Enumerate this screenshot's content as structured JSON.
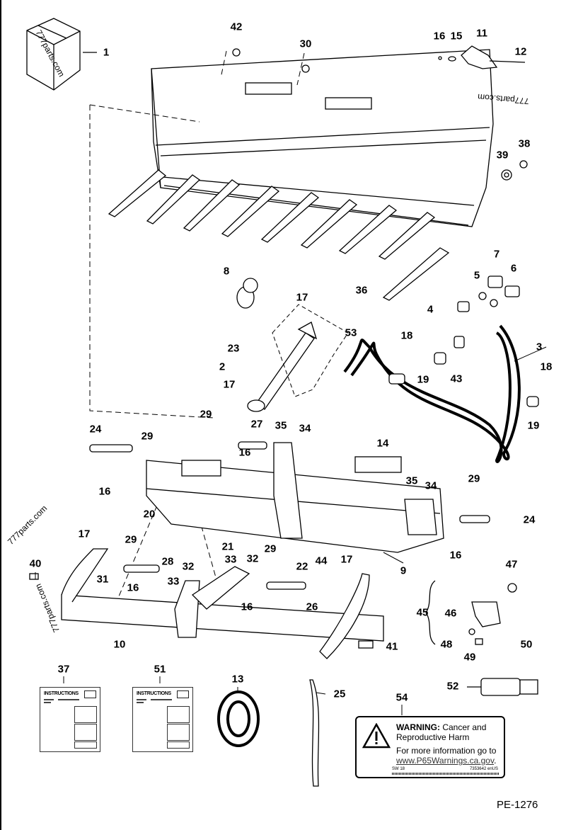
{
  "drawing_number": "PE-1276",
  "callouts": [
    "1",
    "42",
    "30",
    "16",
    "15",
    "11",
    "12",
    "38",
    "39",
    "36",
    "8",
    "17",
    "53",
    "23",
    "2",
    "17",
    "18",
    "19",
    "43",
    "7",
    "5",
    "6",
    "4",
    "3",
    "18",
    "19",
    "29",
    "27",
    "35",
    "34",
    "24",
    "29",
    "16",
    "16",
    "14",
    "35",
    "34",
    "29",
    "24",
    "16",
    "20",
    "21",
    "9",
    "17",
    "29",
    "28",
    "31",
    "16",
    "32",
    "33",
    "33",
    "32",
    "29",
    "22",
    "44",
    "17",
    "16",
    "26",
    "40",
    "10",
    "41",
    "47",
    "45",
    "46",
    "50",
    "48",
    "49",
    "37",
    "51",
    "13",
    "25",
    "54",
    "52"
  ],
  "instructions_sheets": [
    {
      "title": "INSTRUCTIONS"
    },
    {
      "title": "INSTRUCTIONS"
    }
  ],
  "warning_label": {
    "heading": "WARNING:",
    "heading_rest": " Cancer and",
    "line2": "Reproductive Harm",
    "line3": "For more information go to",
    "link": "www.P65Warnings.ca.gov",
    "link_suffix": ".",
    "code_left": "SW 18",
    "code_right": "7353642 enUS"
  },
  "watermarks": [
    "777parts.com",
    "777parts.com",
    "777parts.com",
    "777parts.com"
  ]
}
